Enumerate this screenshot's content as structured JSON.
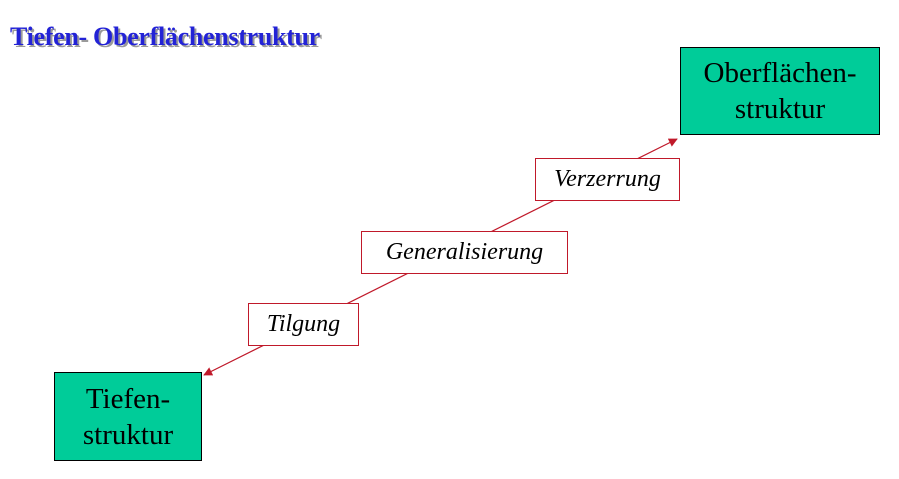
{
  "title": "Tiefen- Oberflächenstruktur",
  "colors": {
    "title": "#2323d6",
    "title_shadow": "#9a9a9a",
    "structure_fill": "#00cc99",
    "connector": "#c0192a"
  },
  "nodes": {
    "surface": {
      "line1": "Oberflächen-",
      "line2": "struktur"
    },
    "deep": {
      "line1": "Tiefen-",
      "line2": "struktur"
    }
  },
  "steps": {
    "verzerrung": "Verzerrung",
    "generalisierung": "Generalisierung",
    "tilgung": "Tilgung"
  }
}
